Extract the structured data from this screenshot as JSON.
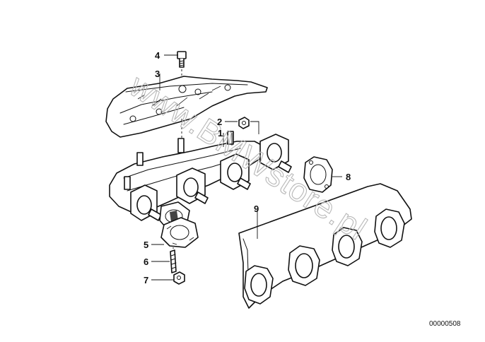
{
  "callouts": [
    {
      "id": "1",
      "label": "1"
    },
    {
      "id": "2",
      "label": "2"
    },
    {
      "id": "3",
      "label": "3"
    },
    {
      "id": "4",
      "label": "4"
    },
    {
      "id": "5",
      "label": "5"
    },
    {
      "id": "6",
      "label": "6"
    },
    {
      "id": "7",
      "label": "7"
    },
    {
      "id": "8",
      "label": "8"
    },
    {
      "id": "9",
      "label": "9"
    }
  ],
  "watermark": "www.BMWstore.pl",
  "reference_number": "00000508",
  "colors": {
    "ink": "#111111",
    "watermark": "#b8b8b8",
    "background": "#ffffff"
  }
}
